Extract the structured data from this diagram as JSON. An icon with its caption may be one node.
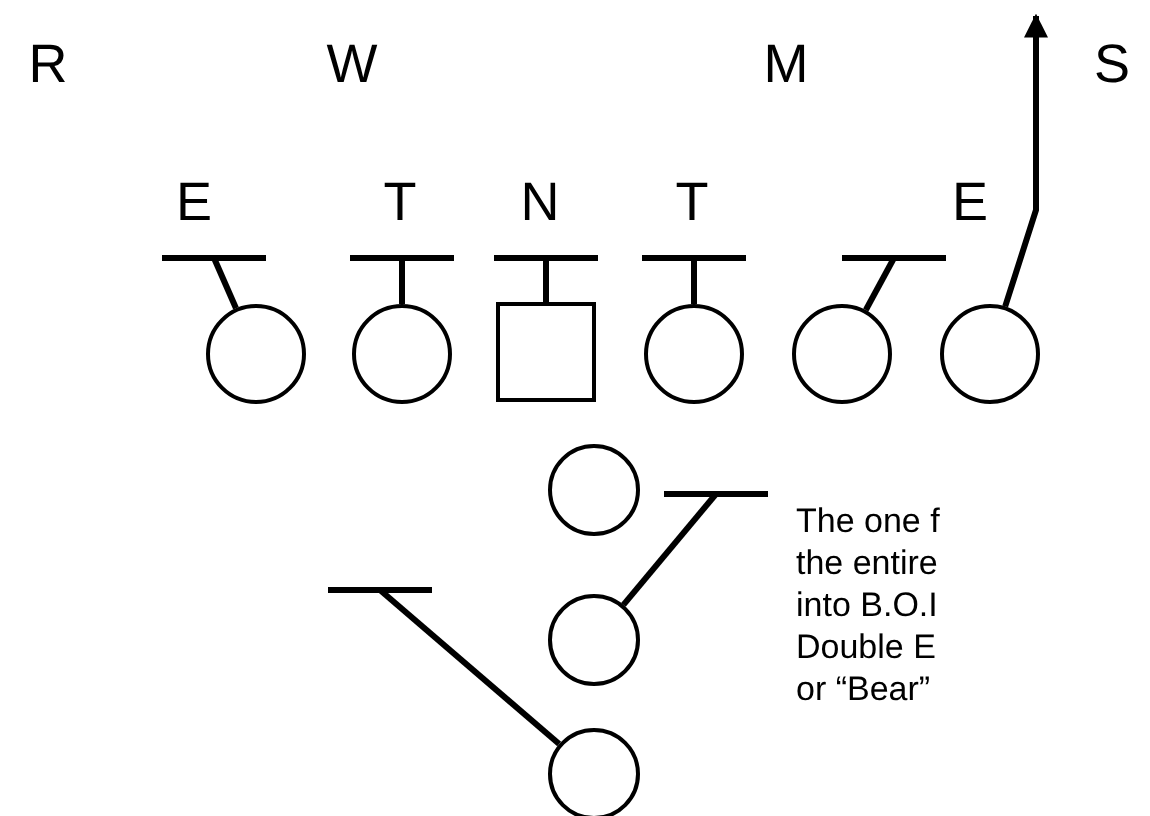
{
  "diagram": {
    "nodes": [
      {
        "text": [],
        "shape": "circle"
      },
      {
        "text": [],
        "shape": "circle"
      },
      {
        "text": [],
        "shape": "box"
      },
      {
        "text": [],
        "shape": "circle"
      },
      {
        "text": [],
        "shape": "circle"
      },
      {
        "text": [],
        "shape": "circle"
      },
      {
        "text": [],
        "shape": "circle"
      },
      {
        "text": [],
        "shape": "circle"
      },
      {
        "text": [],
        "shape": "circle"
      }
    ],
    "edges": [
      {
        "from": 0,
        "to": null,
        "arrow": "other"
      },
      {
        "from": 1,
        "to": null,
        "arrow": "other"
      },
      {
        "from": 2,
        "to": null,
        "arrow": "other"
      },
      {
        "from": 3,
        "to": null,
        "arrow": "other"
      },
      {
        "from": 4,
        "to": null,
        "arrow": "other"
      },
      {
        "from": 5,
        "to": null,
        "arrow": "to"
      },
      {
        "from": 7,
        "to": null,
        "arrow": "other"
      },
      {
        "from": 8,
        "to": null,
        "arrow": "other"
      }
    ],
    "labels": [
      "R",
      "W",
      "M",
      "S",
      "E",
      "T",
      "N",
      "T",
      "E",
      "The one f the entire into B.O.I Double E or “Bear”"
    ]
  }
}
